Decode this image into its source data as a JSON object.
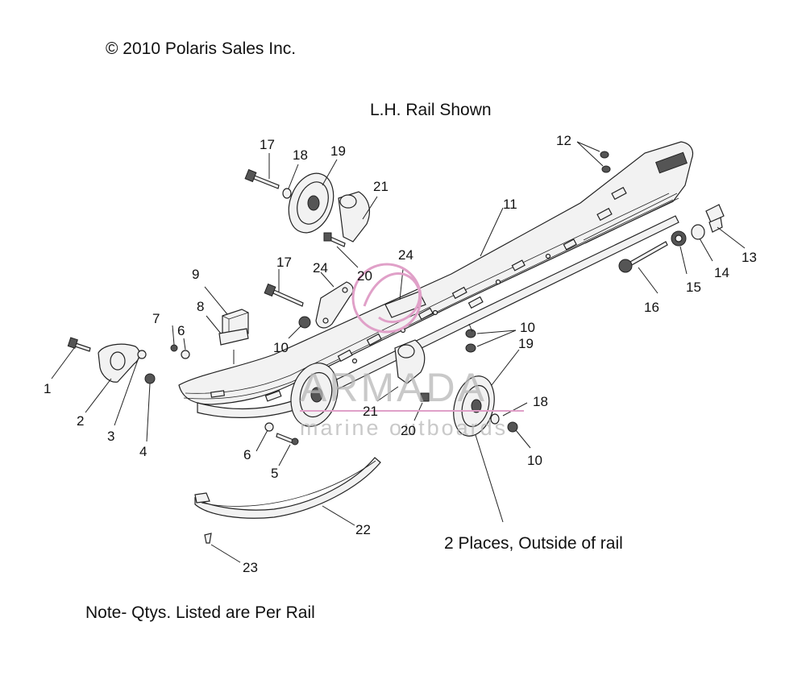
{
  "copyright": "© 2010 Polaris Sales Inc.",
  "view_caption": "L.H. Rail Shown",
  "places_note": "2 Places, Outside of rail",
  "qty_note": "Note- Qtys. Listed are Per Rail",
  "watermark": {
    "brand": "ARMADA",
    "tagline": "marine outboards",
    "color": "#e0a0c8"
  },
  "callouts": {
    "c1": "1",
    "c2": "2",
    "c3": "3",
    "c4": "4",
    "c5": "5",
    "c6a": "6",
    "c6b": "6",
    "c7": "7",
    "c8": "8",
    "c9": "9",
    "c10a": "10",
    "c10b": "10",
    "c10c": "10",
    "c11": "11",
    "c12": "12",
    "c13": "13",
    "c14": "14",
    "c15": "15",
    "c16": "16",
    "c17a": "17",
    "c17b": "17",
    "c18a": "18",
    "c18b": "18",
    "c19a": "19",
    "c19b": "19",
    "c20a": "20",
    "c20b": "20",
    "c21a": "21",
    "c21b": "21",
    "c22": "22",
    "c23": "23",
    "c24a": "24",
    "c24b": "24"
  }
}
